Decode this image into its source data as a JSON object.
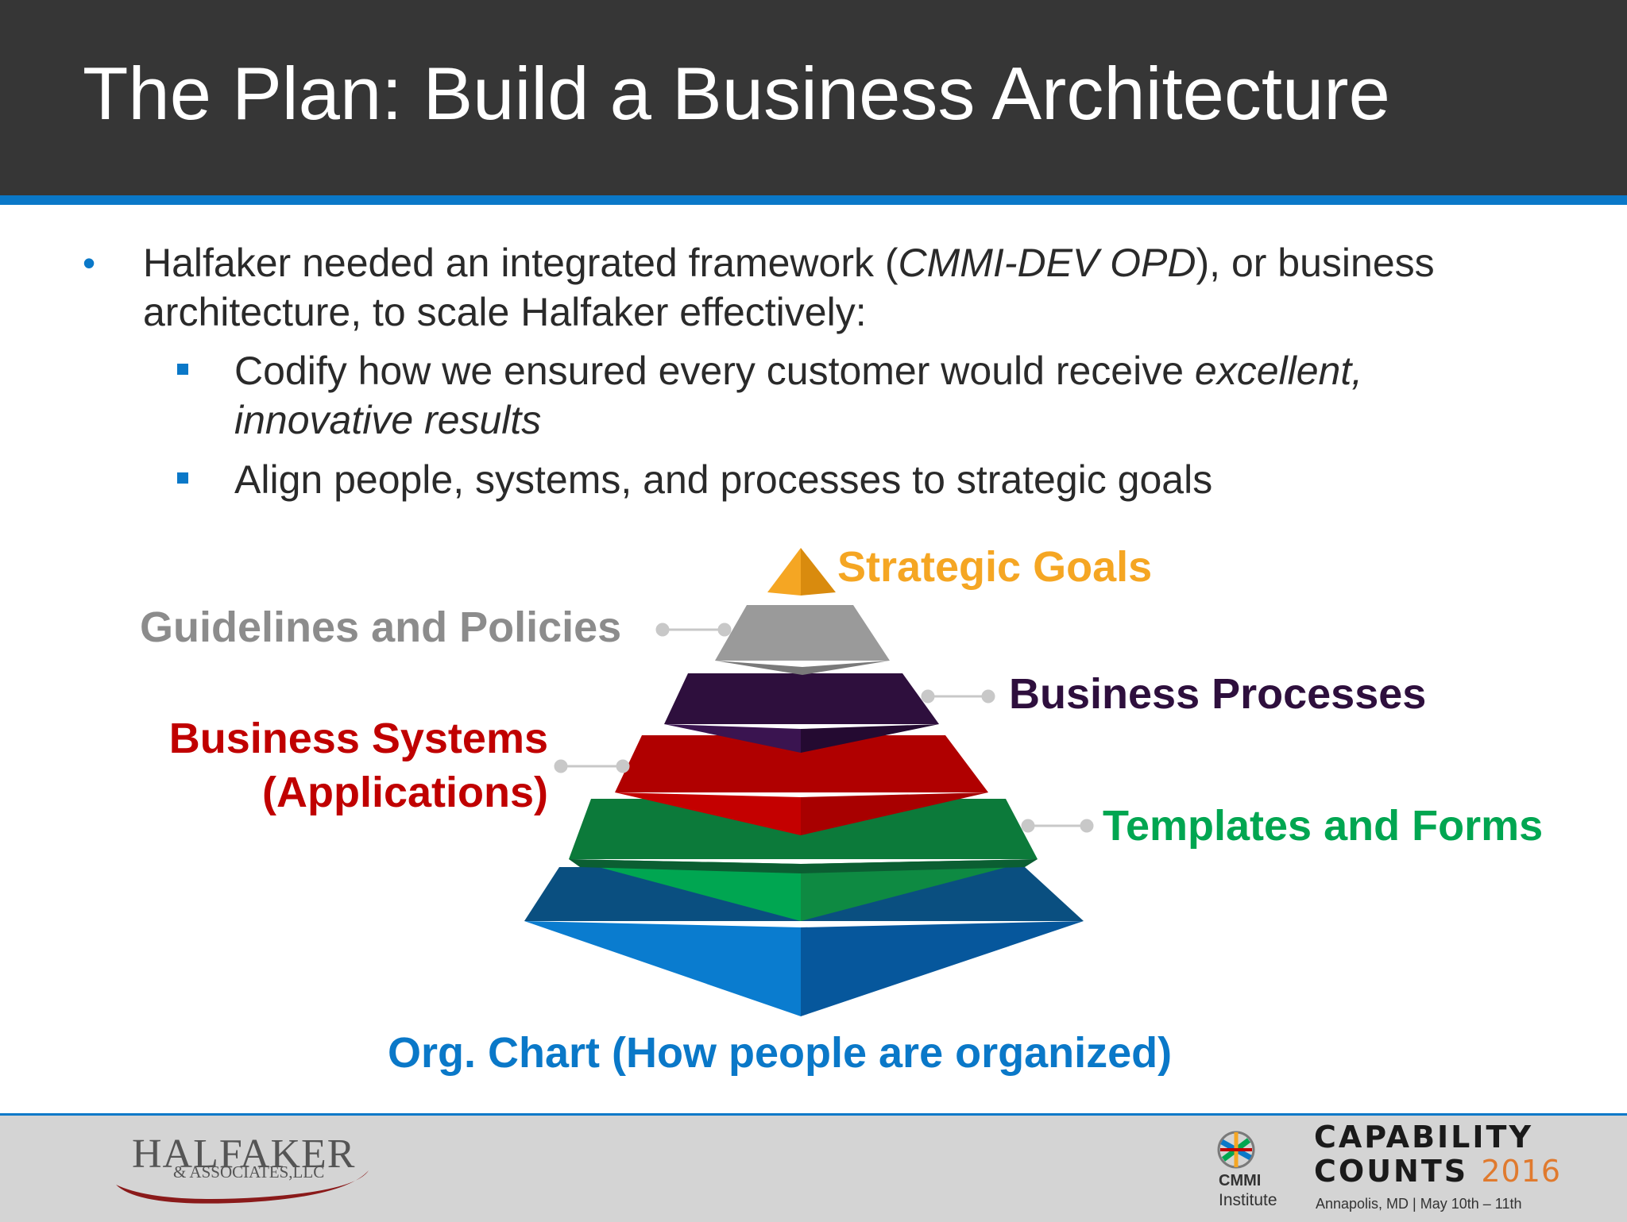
{
  "slide": {
    "title": "The Plan:  Build a Business Architecture"
  },
  "bullets": {
    "main_a": "Halfaker needed an integrated framework (",
    "main_em": "CMMI-DEV OPD",
    "main_b": "), or business",
    "main_line2": "architecture, to scale Halfaker effectively:",
    "sub1_a": "Codify how we ensured every customer would receive ",
    "sub1_em": "excellent,",
    "sub1_line2": "innovative results",
    "sub2": "Align people, systems, and processes to strategic goals"
  },
  "pyramid": {
    "strategic_goals": "Strategic Goals",
    "guidelines": "Guidelines and Policies",
    "business_processes": "Business Processes",
    "business_systems_1": "Business Systems",
    "business_systems_2": "(Applications)",
    "templates": "Templates and Forms",
    "org_chart": "Org. Chart (How people are organized)",
    "colors": {
      "strategic": "#f5a623",
      "guidelines": "#8c8c8c",
      "processes": "#2e0f3d",
      "systems": "#c00000",
      "templates": "#00a651",
      "org": "#0a78c8"
    }
  },
  "footer": {
    "halfaker": "HALFAKER",
    "associates": "& ASSOCIATES,LLC",
    "cmmi": "CMMI",
    "institute": "Institute",
    "cc_line1": "CAPABILITY",
    "cc_line2": "COUNTS",
    "cc_year": "2016",
    "cc_location": "Annapolis, MD  |  May 10th – 11th"
  }
}
